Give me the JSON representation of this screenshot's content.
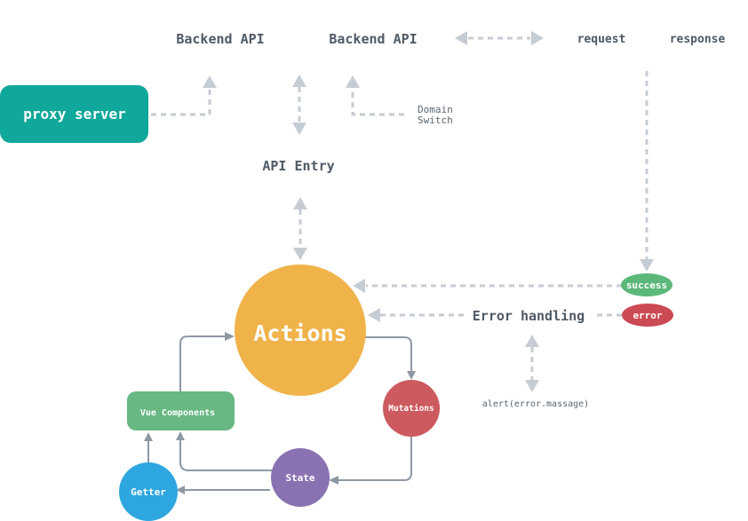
{
  "colors": {
    "proxy": "#0fa89a",
    "actions": "#f0b34a",
    "mutations": "#cc5a5e",
    "state": "#8a72b2",
    "getter": "#2ea6e0",
    "vue_components": "#67b882",
    "success": "#5cb87a",
    "error": "#cc4a54",
    "dashed_line": "#c6ccd4",
    "solid_line": "#8e98a3",
    "text": "#4f5a66"
  },
  "nodes": {
    "backend_api_1": "Backend API",
    "backend_api_2": "Backend API",
    "request": "request",
    "response": "response",
    "proxy_server": "proxy server",
    "domain_switch_line1": "Domain",
    "domain_switch_line2": "Switch",
    "api_entry": "API Entry",
    "actions": "Actions",
    "error_handling": "Error handling",
    "success": "success",
    "error": "error",
    "alert": "alert(error.massage)",
    "mutations": "Mutations",
    "state": "State",
    "vue_components": "Vue Components",
    "getter": "Getter"
  }
}
